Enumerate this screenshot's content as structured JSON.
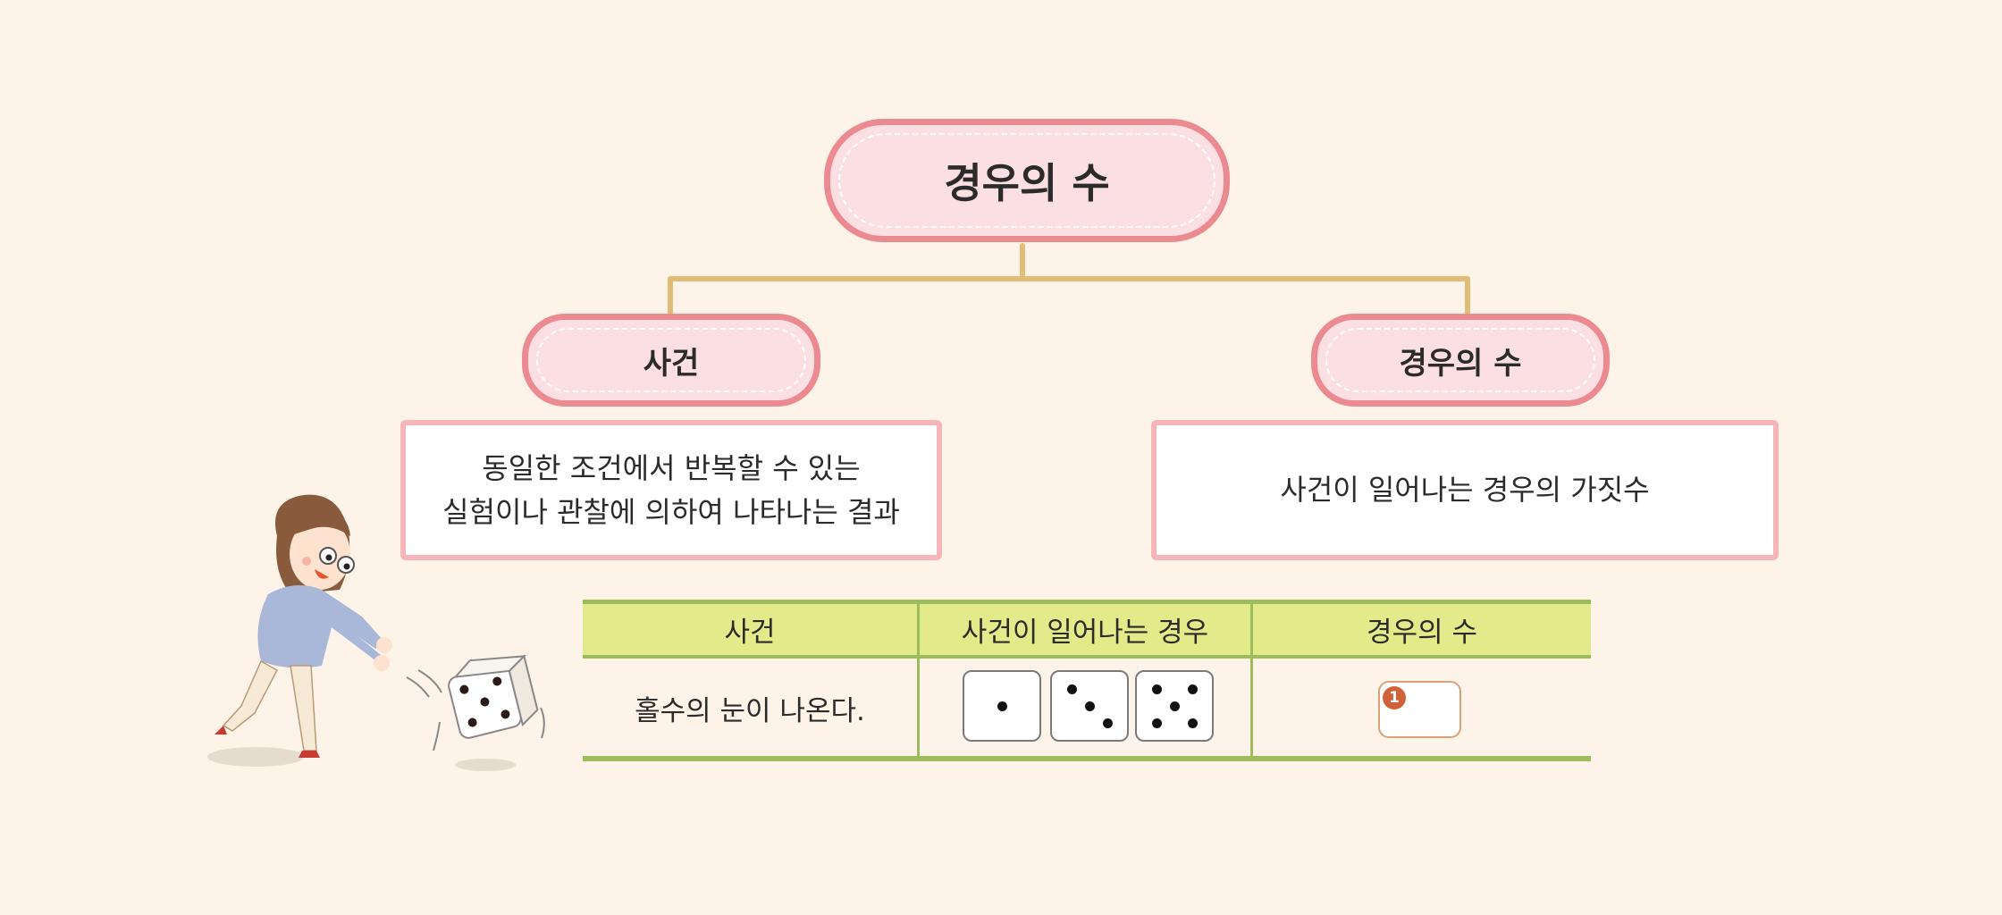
{
  "root_node": {
    "label": "경우의 수"
  },
  "left_node": {
    "label": "사건",
    "definition_line1": "동일한 조건에서 반복할 수 있는",
    "definition_line2": "실험이나 관찰에 의하여 나타나는 결과"
  },
  "right_node": {
    "label": "경우의 수",
    "definition": "사건이 일어나는 경우의 가짓수"
  },
  "table": {
    "headers": [
      "사건",
      "사건이 일어나는 경우",
      "경우의 수"
    ],
    "row": {
      "event": "홀수의 눈이 나온다.",
      "dice_faces": [
        1,
        3,
        5
      ],
      "answer_marker": "1"
    }
  },
  "colors": {
    "background": "#fdf3e8",
    "pill_fill": "#fbdfe2",
    "pill_border": "#ec8a91",
    "connector": "#e2bd78",
    "table_header": "#e3ea89",
    "table_rule": "#9bbd5b",
    "answer_marker": "#d0613b"
  },
  "illustration": {
    "subject": "girl-rolling-die-illustration"
  }
}
